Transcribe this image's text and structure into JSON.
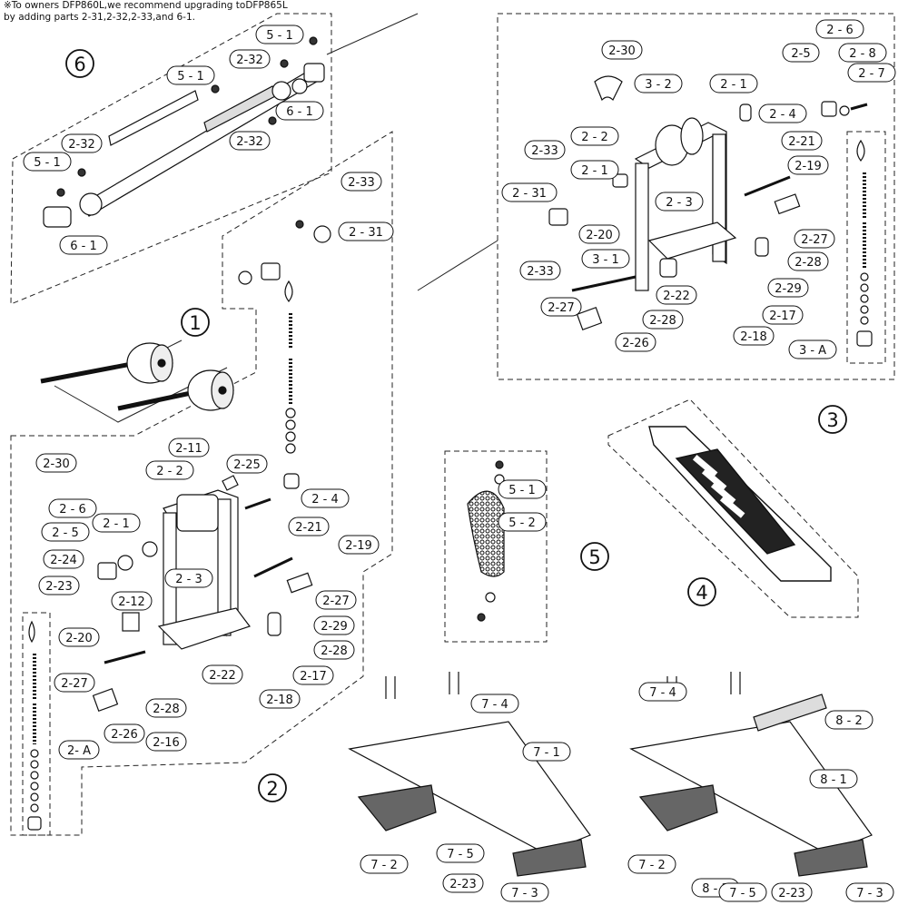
{
  "note": {
    "line1": "※To owners DFP860L,we recommend upgrading toDFP865L",
    "line2": "by adding parts 2-31,2-32,2-33,and 6-1."
  },
  "groups": {
    "g1": "1",
    "g2": "2",
    "g3": "3",
    "g4": "4",
    "g5": "5",
    "g6": "6"
  },
  "labels": {
    "p5_1": "5 - 1",
    "p2_32": "2-32",
    "p5_1b": "5 - 1",
    "p6_1": "6 - 1",
    "p2_32b": "2-32",
    "p2_32c": "2-32",
    "p5_1c": "5 - 1",
    "p6_1b": "6 - 1",
    "q2_30": "2-30",
    "q3_2": "3 - 2",
    "q2_1": "2 - 1",
    "q2_6": "2 - 6",
    "q2_5": "2-5",
    "q2_8": "2 - 8",
    "q2_7": "2 - 7",
    "q2_4": "2 - 4",
    "q2_2": "2 - 2",
    "q2_21": "2-21",
    "q2_33": "2-33",
    "q2_1b": "2 - 1",
    "q2_19": "2-19",
    "q2_31": "2 - 31",
    "q2_3": "2 - 3",
    "q2_20": "2-20",
    "q2_27": "2-27",
    "q3_1": "3 - 1",
    "q2_28": "2-28",
    "q2_33b": "2-33",
    "q2_22": "2-22",
    "q2_29": "2-29",
    "q2_27b": "2-27",
    "q2_28b": "2-28",
    "q2_17": "2-17",
    "q2_26": "2-26",
    "q2_18": "2-18",
    "q3_A": "3 - A",
    "r2_33": "2-33",
    "r2_31": "2 - 31",
    "r2_30": "2-30",
    "r2_2": "2 - 2",
    "r2_11": "2-11",
    "r2_25": "2-25",
    "r2_6": "2 - 6",
    "r2_4": "2 - 4",
    "r2_1": "2 - 1",
    "r2_5": "2 - 5",
    "r2_21": "2-21",
    "r2_24": "2-24",
    "r2_19": "2-19",
    "r2_3": "2 - 3",
    "r2_23": "2-23",
    "r2_12": "2-12",
    "r2_27": "2-27",
    "r2_20": "2-20",
    "r2_29": "2-29",
    "r2_22": "2-22",
    "r2_28": "2-28",
    "r2_27b": "2-27",
    "r2_17": "2-17",
    "r2_28b": "2-28",
    "r2_18": "2-18",
    "r2_26": "2-26",
    "r2_16": "2-16",
    "r2_A": "2- A",
    "s5_1": "5 - 1",
    "s5_2": "5 - 2",
    "t7_4": "7 - 4",
    "t7_1": "7 - 1",
    "t7_2": "7 - 2",
    "t7_5": "7 - 5",
    "t2_23": "2-23",
    "t7_3": "7 - 3",
    "u7_4": "7 - 4",
    "u8_2": "8 - 2",
    "u8_1": "8 - 1",
    "u7_2": "7 - 2",
    "u8_3": "8 - 3",
    "u7_5": "7 - 5",
    "u2_23": "2-23",
    "u7_3": "7 - 3"
  }
}
